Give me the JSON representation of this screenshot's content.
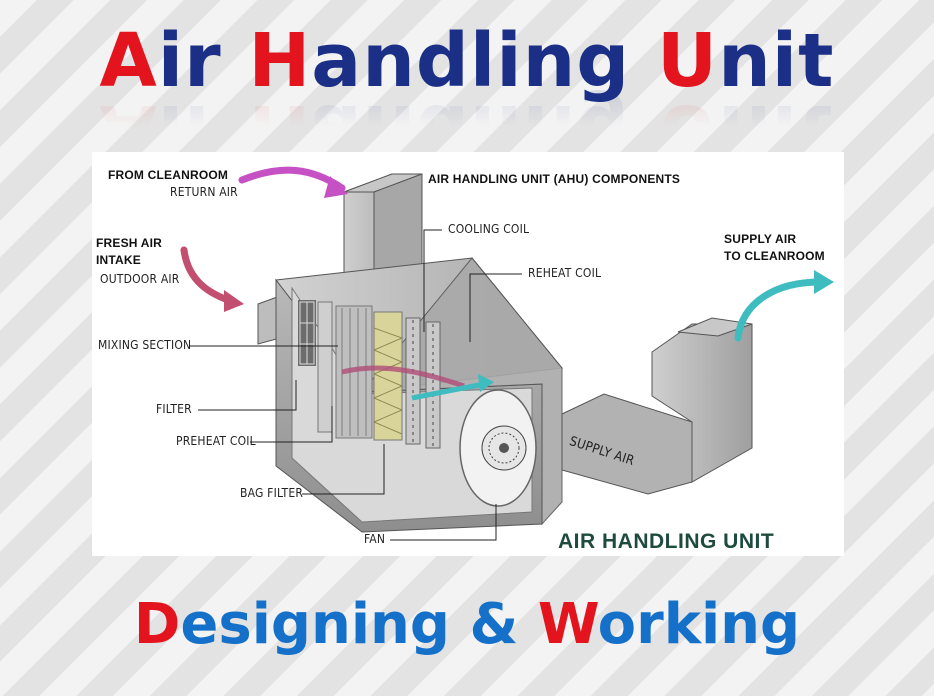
{
  "title": {
    "top": {
      "parts": [
        "A",
        "ir ",
        "H",
        "andling ",
        "U",
        "nit"
      ]
    },
    "bottom": {
      "parts": [
        "D",
        "esigning & ",
        "W",
        "orking"
      ]
    }
  },
  "colors": {
    "title_blue": "#1b2f86",
    "subtitle_blue": "#1470c8",
    "highlight_red": "#e3141e",
    "return_arrow": "#c551c5",
    "outdoor_arrow": "#c24f6f",
    "supply_arrow": "#3fbcc0",
    "caption_green": "#1f4b3e"
  },
  "diagram": {
    "heading": "AIR HANDLING UNIT (AHU) COMPONENTS",
    "caption": "AIR HANDLING UNIT",
    "inlets": {
      "return_line1": "FROM CLEANROOM",
      "return_line2": "RETURN AIR",
      "fresh_line1": "FRESH AIR",
      "fresh_line2": "INTAKE",
      "fresh_line3": "OUTDOOR AIR"
    },
    "outlet": {
      "supply_line1": "SUPPLY AIR",
      "supply_line2": "TO CLEANROOM",
      "duct_label": "SUPPLY AIR"
    },
    "components": {
      "cooling_coil": "COOLING COIL",
      "reheat_coil": "REHEAT COIL",
      "mixing_section": "MIXING SECTION",
      "filter": "FILTER",
      "preheat_coil": "PREHEAT COIL",
      "bag_filter": "BAG FILTER",
      "fan": "FAN"
    }
  }
}
